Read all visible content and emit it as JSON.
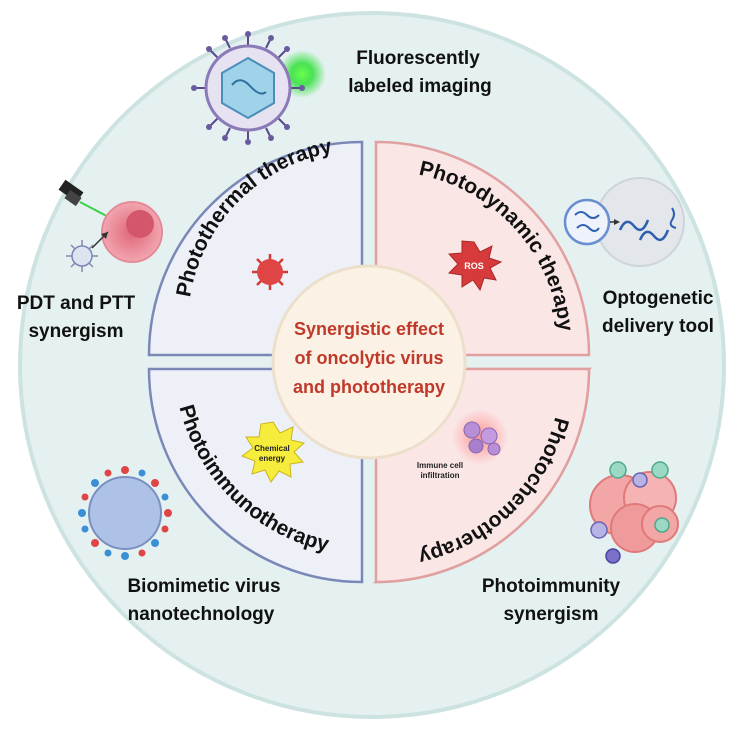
{
  "center": {
    "lines": [
      "Synergistic effect",
      "of oncolytic virus",
      "and phototherapy"
    ],
    "text_color": "#c0392b",
    "fill": "#fbf1e4"
  },
  "quadrants": {
    "top_left": {
      "label": "Photothermal therapy",
      "fill": "#eef0f8",
      "stroke": "#7a88b8"
    },
    "top_right": {
      "label": "Photodynamic therapy",
      "fill": "#fbe6e6",
      "stroke": "#e0a0a0",
      "icon_text": "ROS"
    },
    "bottom_left": {
      "label": "Photoimmunotherapy",
      "fill": "#eef0f8",
      "stroke": "#7a88b8",
      "icon_lines": [
        "Chemical",
        "energy"
      ]
    },
    "bottom_right": {
      "label": "Photochemotherapy",
      "fill": "#fbe6e6",
      "stroke": "#e0a0a0",
      "icon_lines": [
        "Immune cell",
        "infiltration"
      ]
    }
  },
  "outer": {
    "fluorescent": [
      "Fluorescently",
      "labeled  imaging"
    ],
    "pdt_ptt": [
      "PDT and PTT",
      "synergism"
    ],
    "optogenetic": [
      "Optogenetic",
      "delivery tool"
    ],
    "biomimetic": [
      "Biomimetic virus",
      "nanotechnology"
    ],
    "photoimmunity": [
      "Photoimmunity",
      "synergism"
    ]
  },
  "colors": {
    "outer_circle_fill": "#e4f1f0",
    "outer_circle_stroke": "#cde3e1"
  }
}
